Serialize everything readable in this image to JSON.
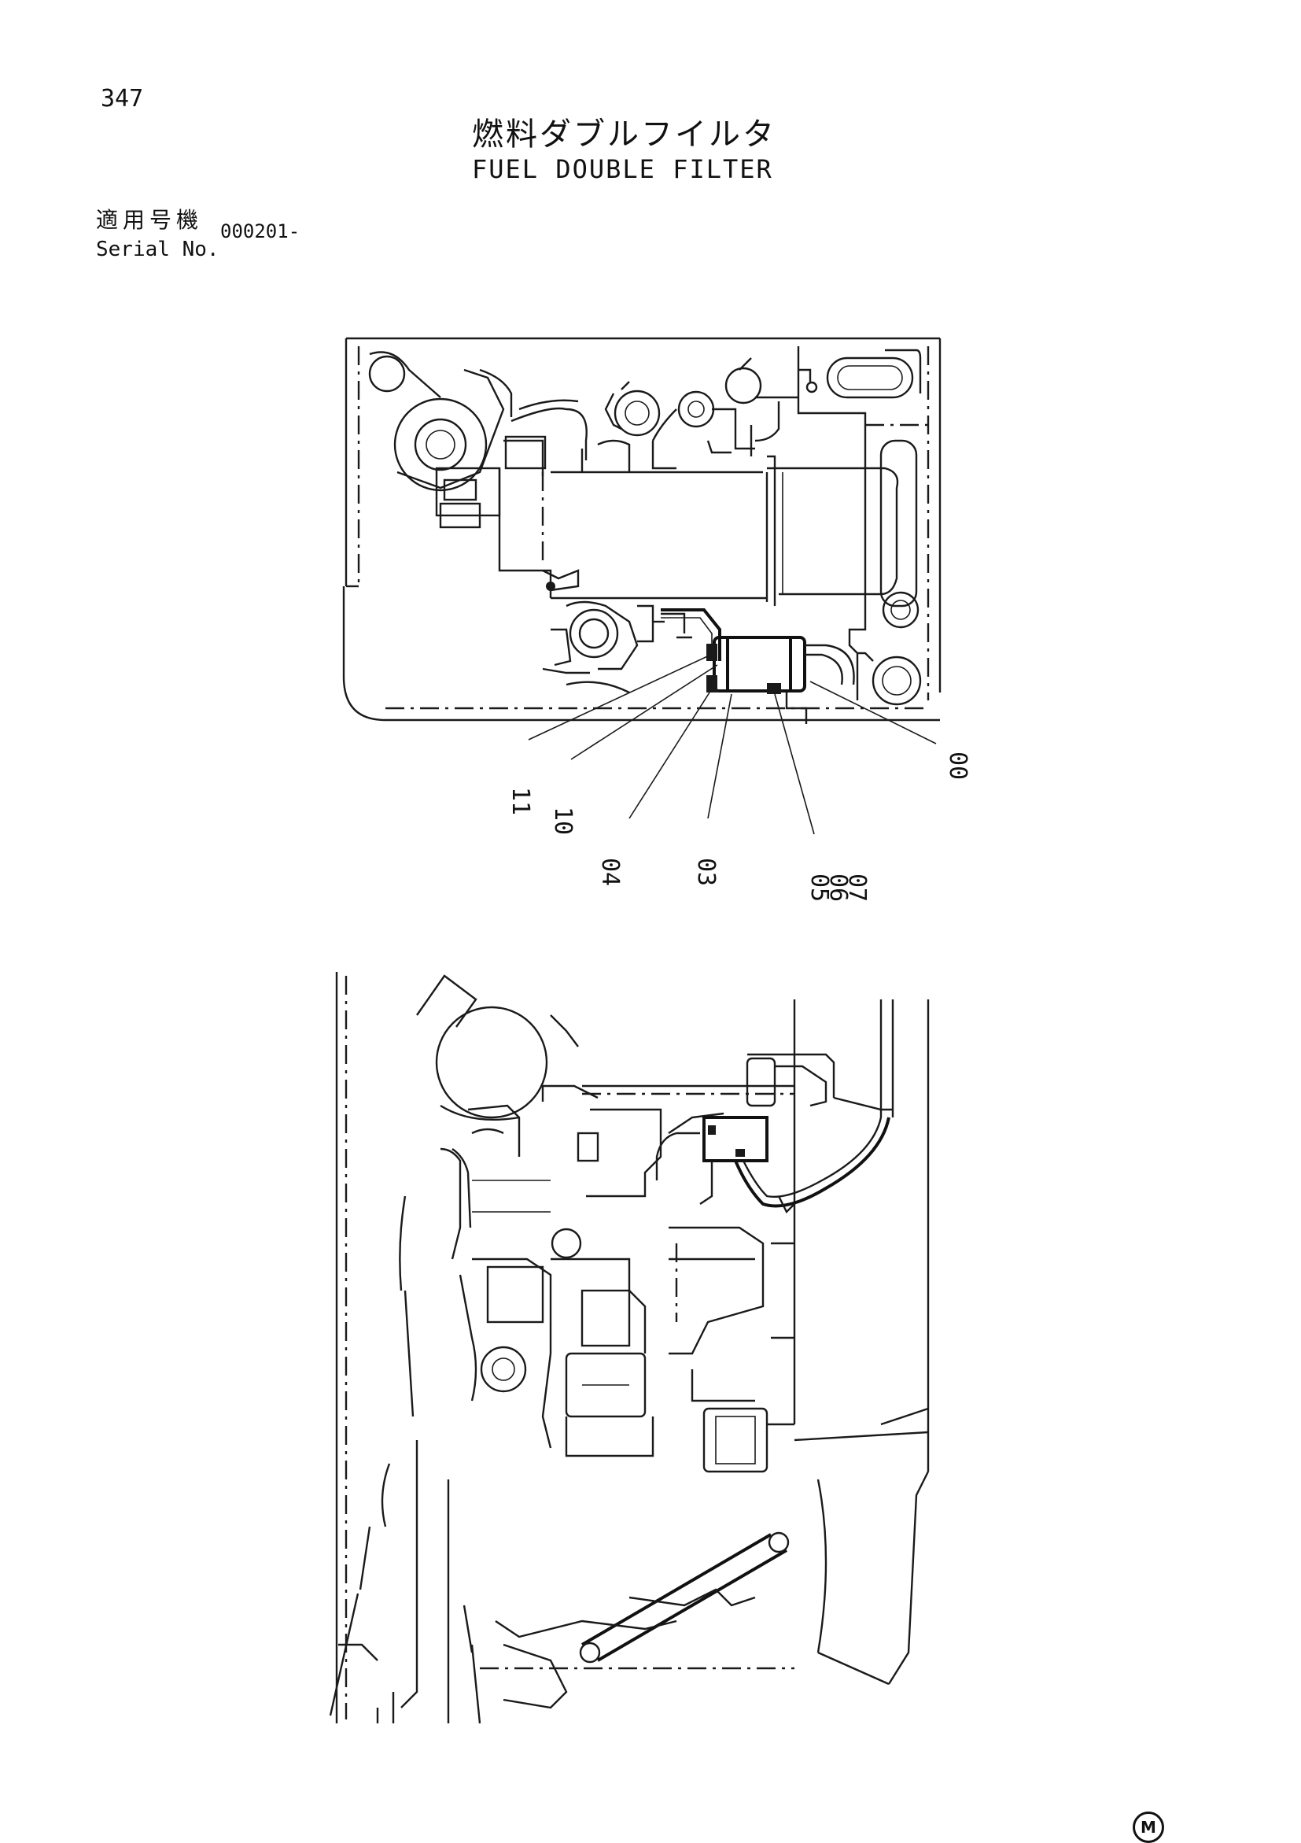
{
  "page_number": "347",
  "title_jp": "燃料ダブルフイルタ",
  "title_en": "FUEL DOUBLE FILTER",
  "serial": {
    "label_jp": "適用号機",
    "label_en": "Serial No.",
    "value": "000201-"
  },
  "callouts": [
    "11",
    "10",
    "04",
    "03",
    "05",
    "06",
    "07",
    "00"
  ],
  "marker": "M"
}
